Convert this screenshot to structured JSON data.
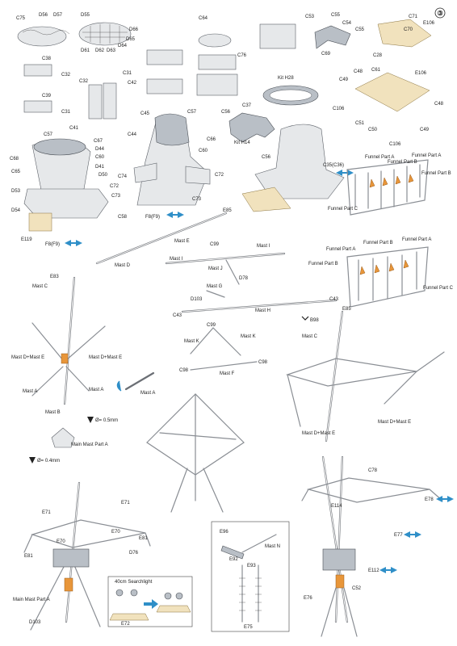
{
  "step_number": "③",
  "labels": {
    "top_left": [
      "C75",
      "D56",
      "D57",
      "D55",
      "D66",
      "D65",
      "D64",
      "D63",
      "D62",
      "D61",
      "C38",
      "C32",
      "C39",
      "C31",
      "C32",
      "C31",
      "C42",
      "C41",
      "C64",
      "C76",
      "C53",
      "C55",
      "C54",
      "C55",
      "C69",
      "C71",
      "C70",
      "E106",
      "C28",
      "C48",
      "C61",
      "E106",
      "C49",
      "C106",
      "C51",
      "C50",
      "C48",
      "C49",
      "C106"
    ],
    "kit_h28": "Kit H28",
    "c37": "C37",
    "funnel_left": [
      "C57",
      "C67",
      "D44",
      "C68",
      "C60",
      "C65",
      "D41",
      "D50",
      "D53",
      "C72",
      "C73",
      "D54",
      "E119",
      "F8(F9)"
    ],
    "funnel_mid": [
      "C45",
      "C57",
      "C44",
      "C66",
      "C60",
      "C74",
      "C72",
      "C73",
      "C58",
      "F8(F9)"
    ],
    "funnel_right": [
      "C56",
      "Kit H14",
      "C56",
      "C35(C36)"
    ],
    "funnel_parts_upper": [
      "Funnel Part A",
      "Funnel Part B",
      "Funnel Part A",
      "Funnel Part B",
      "Funnel Part C"
    ],
    "funnel_parts_lower": [
      "Funnel Part A",
      "Funnel Part B",
      "Funnel Part A",
      "Funnel Part B",
      "Funnel Part C"
    ],
    "mast_parts": [
      "E85",
      "Mast E",
      "Mast D",
      "C99",
      "Mast I",
      "Mast I",
      "Mast J",
      "D78",
      "Mast G",
      "D103",
      "C43",
      "Mast H",
      "C43",
      "C99",
      "Mast K",
      "Mast K",
      "C98",
      "Mast F",
      "C98"
    ],
    "left_tripod": [
      "E83",
      "Mast C",
      "Mast D+Mast E",
      "Mast D+Mast E",
      "Mast A",
      "Mast A",
      "Mast B",
      "Mast A"
    ],
    "right_tripod": [
      "E85",
      "B98",
      "Mast C",
      "Mast D+Mast E",
      "Mast D+Mast E"
    ],
    "diameters": [
      "Ø= 0.5mm",
      "Main Mast Part A",
      "Ø= 0.4mm"
    ],
    "bottom_left": [
      "E71",
      "E71",
      "E70",
      "E70",
      "E81",
      "E81",
      "D76",
      "Main Mast Part A",
      "D103"
    ],
    "searchlight_box": [
      "40cm Searchlight",
      "E72"
    ],
    "detail_box": [
      "E96",
      "E92",
      "Mast N",
      "E93",
      "E75"
    ],
    "bottom_right": [
      "C78",
      "E78",
      "E114",
      "E77",
      "E112",
      "C52",
      "E76"
    ]
  },
  "colors": {
    "accent_arrow": "#2f8fc8",
    "brass": "#e8963a",
    "photo_etch": "#f1e2bd"
  }
}
